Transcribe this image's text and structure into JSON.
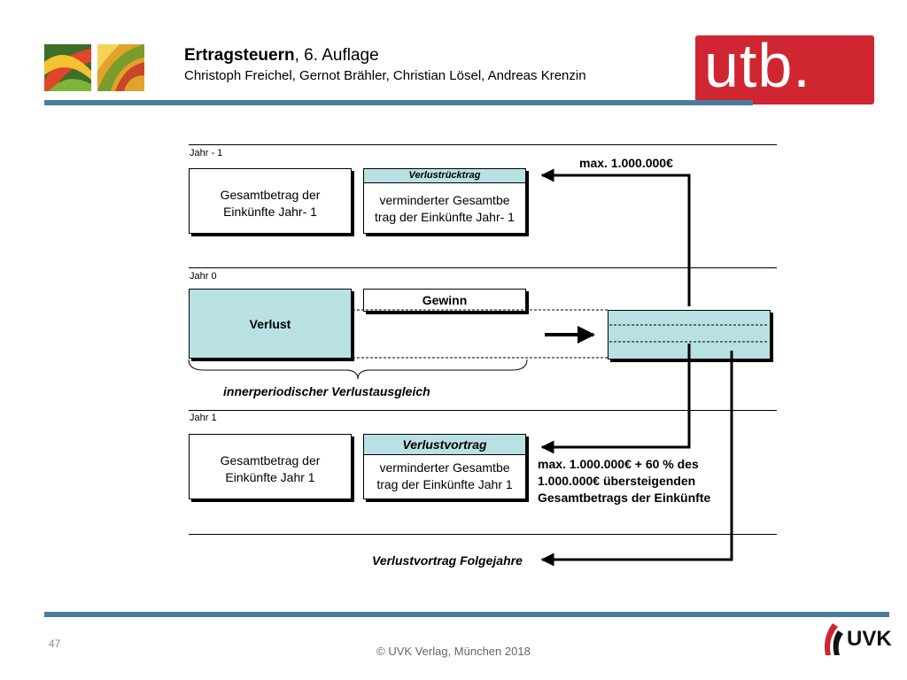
{
  "header": {
    "title_bold": "Ertragsteuern",
    "title_rest": ", 6. Auflage",
    "authors": "Christoph Freichel, Gernot Brähler, Christian Lösel, Andreas Krenzin",
    "logo": "utb."
  },
  "diagram": {
    "year_minus1": {
      "label": "Jahr - 1",
      "box1": [
        "Gesamtbetrag der",
        "Einkünfte Jahr- 1"
      ],
      "box2_header": "Verlustrücktrag",
      "box2": [
        "verminderter Gesamtbe",
        "trag der Einkünfte Jahr- 1"
      ],
      "max_label": "max. 1.000.000€"
    },
    "year0": {
      "label": "Jahr 0",
      "loss": "Verlust",
      "profit": "Gewinn",
      "brace_label": "innerperiodischer Verlustausgleich"
    },
    "year1": {
      "label": "Jahr 1",
      "box1": [
        "Gesamtbetrag der",
        "Einkünfte Jahr 1"
      ],
      "box2_header": "Verlustvortrag",
      "box2": [
        "verminderter Gesamtbe",
        "trag der Einkünfte Jahr 1"
      ],
      "max_label": [
        "max. 1.000.000€ + 60 % des",
        "1.000.000€ übersteigenden",
        "Gesamtbetrags der Einkünfte"
      ]
    },
    "carryforward": "Verlustvortrag Folgejahre",
    "colors": {
      "teal": "#b9e1e4",
      "bar": "#4a7d9c",
      "logo": "#cf2631"
    }
  },
  "footer": {
    "page": "47",
    "copyright": "© UVK Verlag, München 2018",
    "uvk_logo": "UVK"
  }
}
